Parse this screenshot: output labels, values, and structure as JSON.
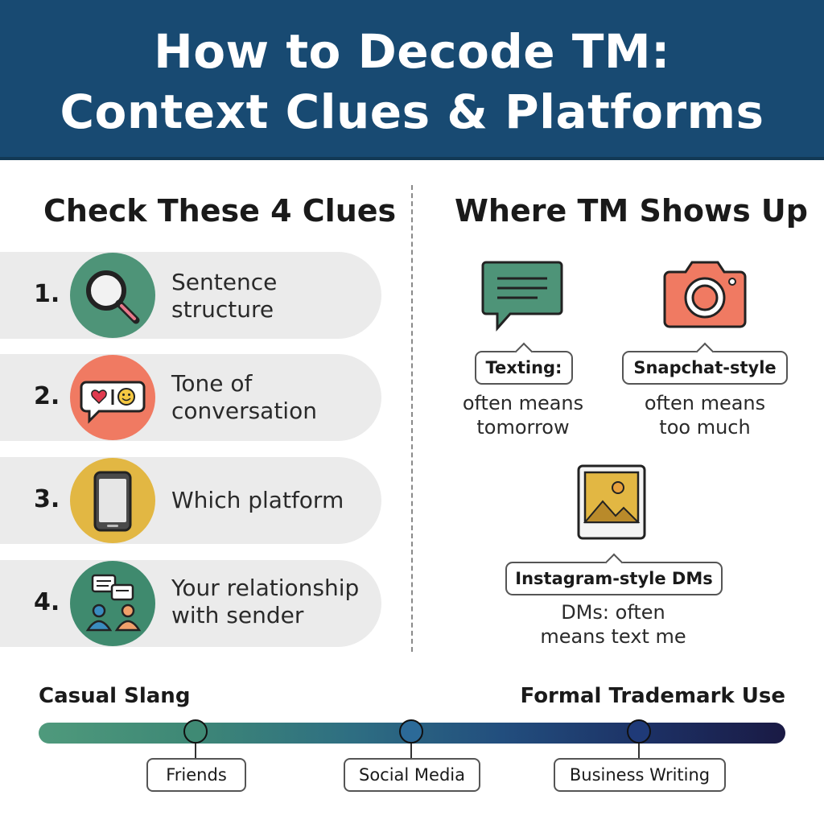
{
  "header": {
    "line1": "How to Decode TM:",
    "line2": "Context Clues & Platforms",
    "background": "#184a72"
  },
  "clues": {
    "title": "Check These 4 Clues",
    "items": [
      {
        "number": "1.",
        "line1": "Sentence",
        "line2": "structure",
        "icon": "magnifying-glass-icon",
        "color": "#4e9478"
      },
      {
        "number": "2.",
        "line1": "Tone of",
        "line2": "conversation",
        "icon": "emoji-chat-bubble-icon",
        "color": "#f07a62"
      },
      {
        "number": "3.",
        "line1": "Which platform",
        "line2": "",
        "icon": "smartphone-icon",
        "color": "#e2b743"
      },
      {
        "number": "4.",
        "line1": "Your relationship",
        "line2": "with sender",
        "icon": "people-chat-icon",
        "color": "#3f8a6e"
      }
    ]
  },
  "platforms": {
    "title": "Where TM Shows Up",
    "items": [
      {
        "tag": "Texting:",
        "line1": "often means",
        "line2": "tomorrow",
        "icon": "chat-bubble-icon",
        "color": "#4e9478"
      },
      {
        "tag": "Snapchat-style",
        "line1": "often means",
        "line2": "too much",
        "icon": "camera-icon",
        "color": "#f07a62"
      },
      {
        "tag": "Instagram-style DMs",
        "line1": "DMs: often",
        "line2": "means text me",
        "icon": "photo-frame-icon",
        "color": "#e2b743"
      }
    ]
  },
  "scale": {
    "left_label": "Casual Slang",
    "right_label": "Formal Trademark Use",
    "markers": [
      {
        "label": "Friends",
        "color": "#3f8a74"
      },
      {
        "label": "Social Media",
        "color": "#2c6a98"
      },
      {
        "label": "Business Writing",
        "color": "#1f3a78"
      }
    ]
  }
}
